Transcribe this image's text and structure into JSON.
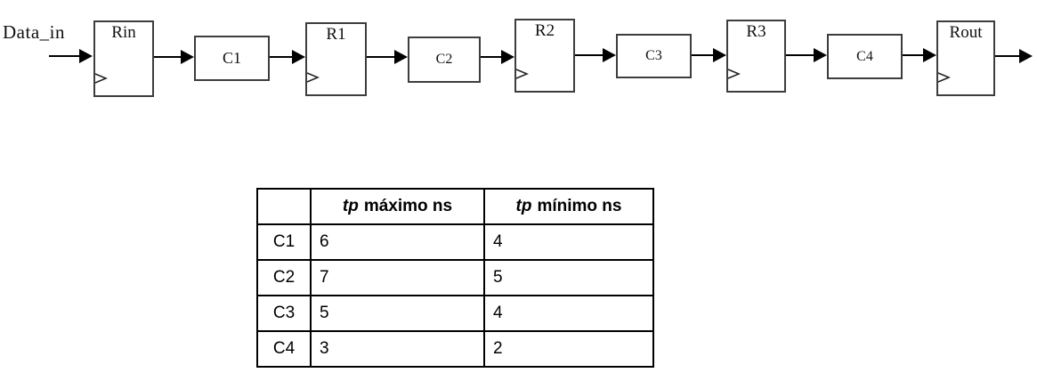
{
  "diagram": {
    "input_label": "Data_in",
    "registers": [
      {
        "label": "Rin"
      },
      {
        "label": "R1"
      },
      {
        "label": "R2"
      },
      {
        "label": "R3"
      },
      {
        "label": "Rout"
      }
    ],
    "combinational_blocks": [
      {
        "label": "C1"
      },
      {
        "label": "C2"
      },
      {
        "label": "C3"
      },
      {
        "label": "C4"
      }
    ],
    "icons": {
      "clock_input": "right-chevron edge-triggered clock symbol",
      "signal_arrow": "solid right-pointing triangle"
    },
    "colors": {
      "box_border": "#3d3d3d",
      "arrow": "#000000",
      "text": "#111111"
    }
  },
  "table": {
    "headers": [
      {
        "italic": "",
        "rest": ""
      },
      {
        "italic": "tp",
        "rest": "máximo ns"
      },
      {
        "italic": "tp",
        "rest": "mínimo ns"
      }
    ],
    "rows": [
      {
        "name": "C1",
        "tp_max": "6",
        "tp_min": "4"
      },
      {
        "name": "C2",
        "tp_max": "7",
        "tp_min": "5"
      },
      {
        "name": "C3",
        "tp_max": "5",
        "tp_min": "4"
      },
      {
        "name": "C4",
        "tp_max": "3",
        "tp_min": "2"
      }
    ]
  }
}
